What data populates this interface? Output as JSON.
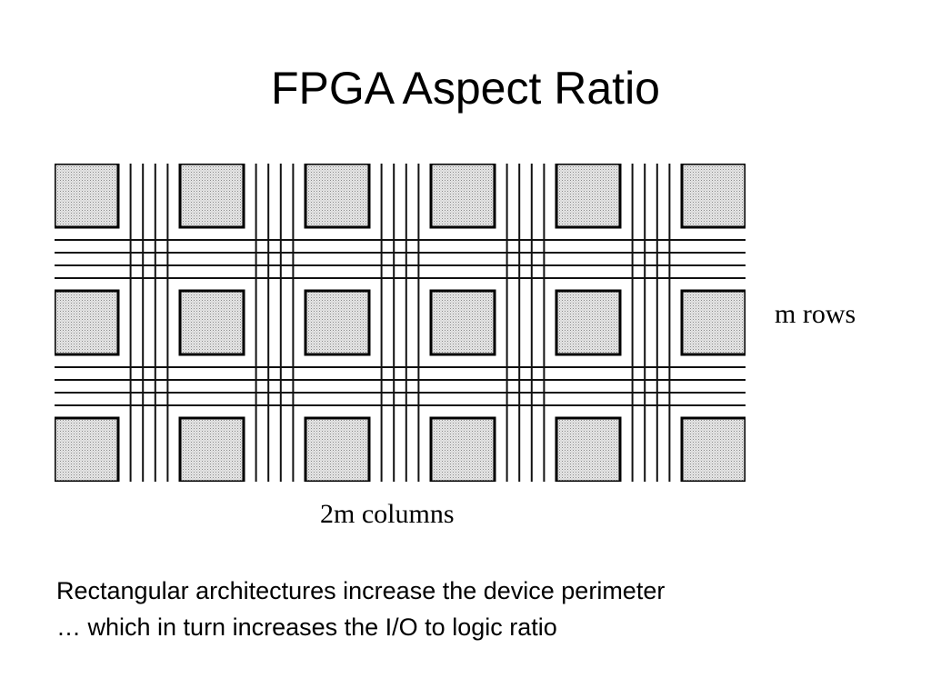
{
  "slide": {
    "title": "FPGA Aspect Ratio",
    "figure": {
      "rows_label": "m rows",
      "columns_label": "2m columns",
      "grid": {
        "block_rows": 3,
        "block_columns": 6,
        "block_fill": "#e3e3e3",
        "line_color": "#111111"
      }
    },
    "body": {
      "line1": "Rectangular architectures increase the device perimeter",
      "line2": "… which in turn increases the I/O to logic ratio"
    }
  }
}
